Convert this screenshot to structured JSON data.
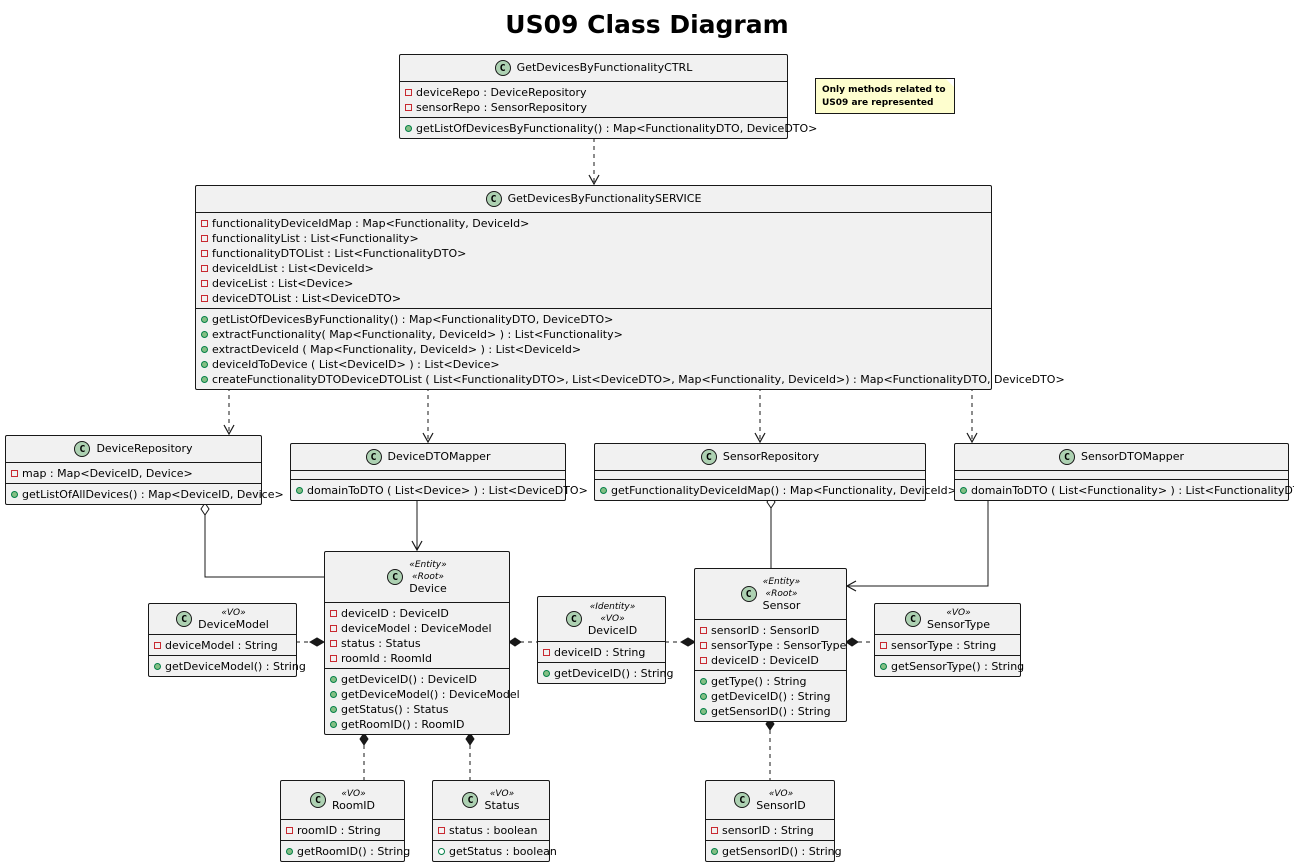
{
  "title": "US09 Class Diagram",
  "note": {
    "line1": "Only methods related to",
    "line2": "US09 are represented"
  },
  "classes": {
    "ctrl": {
      "name": "GetDevicesByFunctionalityCTRL",
      "attributes": [
        "deviceRepo : DeviceRepository",
        "sensorRepo : SensorRepository"
      ],
      "methods": [
        "getListOfDevicesByFunctionality() : Map<FunctionalityDTO, DeviceDTO>"
      ]
    },
    "service": {
      "name": "GetDevicesByFunctionalitySERVICE",
      "attributes": [
        "functionalityDeviceIdMap : Map<Functionality, DeviceId>",
        "functionalityList : List<Functionality>",
        "functionalityDTOList : List<FunctionalityDTO>",
        "deviceIdList : List<DeviceId>",
        "deviceList : List<Device>",
        "deviceDTOList : List<DeviceDTO>"
      ],
      "methods": [
        "getListOfDevicesByFunctionality() : Map<FunctionalityDTO, DeviceDTO>",
        "extractFunctionality( Map<Functionality, DeviceId> ) : List<Functionality>",
        "extractDeviceId ( Map<Functionality, DeviceId> ) : List<DeviceId>",
        "deviceIdToDevice ( List<DeviceID> ) : List<Device>",
        "createFunctionalityDTODeviceDTOList ( List<FunctionalityDTO>, List<DeviceDTO>, Map<Functionality, DeviceId>) : Map<FunctionalityDTO, DeviceDTO>"
      ]
    },
    "deviceRepository": {
      "name": "DeviceRepository",
      "attributes": [
        "map : Map<DeviceID, Device>"
      ],
      "methods": [
        "getListOfAllDevices() : Map<DeviceID, Device>"
      ]
    },
    "deviceDTOMapper": {
      "name": "DeviceDTOMapper",
      "attributes": [],
      "methods": [
        "domainToDTO ( List<Device> ) : List<DeviceDTO>"
      ]
    },
    "sensorRepository": {
      "name": "SensorRepository",
      "attributes": [],
      "methods": [
        "getFunctionalityDeviceIdMap() : Map<Functionality, DeviceId>"
      ]
    },
    "sensorDTOMapper": {
      "name": "SensorDTOMapper",
      "attributes": [],
      "methods": [
        "domainToDTO ( List<Functionality> ) : List<FunctionalityDTO>"
      ]
    },
    "device": {
      "name": "Device",
      "stereotypes": [
        "«Entity»",
        "«Root»"
      ],
      "attributes": [
        "deviceID : DeviceID",
        "deviceModel : DeviceModel",
        "status : Status",
        "roomId : RoomId"
      ],
      "methods": [
        "getDeviceID() : DeviceID",
        "getDeviceModel() : DeviceModel",
        "getStatus() : Status",
        "getRoomID() : RoomID"
      ]
    },
    "deviceModel": {
      "name": "DeviceModel",
      "stereotypes": [
        "«VO»"
      ],
      "attributes": [
        "deviceModel : String"
      ],
      "methods": [
        "getDeviceModel() : String"
      ]
    },
    "deviceID": {
      "name": "DeviceID",
      "stereotypes": [
        "«Identity»",
        "«VO»"
      ],
      "attributes": [
        "deviceID : String"
      ],
      "methods": [
        "getDeviceID() : String"
      ]
    },
    "sensor": {
      "name": "Sensor",
      "stereotypes": [
        "«Entity»",
        "«Root»"
      ],
      "attributes": [
        "sensorID : SensorID",
        "sensorType : SensorType",
        "deviceID : DeviceID"
      ],
      "methods": [
        "getType() : String",
        "getDeviceID() : String",
        "getSensorID() : String"
      ]
    },
    "sensorType": {
      "name": "SensorType",
      "stereotypes": [
        "«VO»"
      ],
      "attributes": [
        "sensorType : String"
      ],
      "methods": [
        "getSensorType() : String"
      ]
    },
    "roomID": {
      "name": "RoomID",
      "stereotypes": [
        "«VO»"
      ],
      "attributes": [
        "roomID : String"
      ],
      "methods": [
        "getRoomID() : String"
      ]
    },
    "status": {
      "name": "Status",
      "stereotypes": [
        "«VO»"
      ],
      "attributes": [
        "status : boolean"
      ],
      "methods": [
        "getStatus : boolean"
      ],
      "method_visibility": "package"
    },
    "sensorID": {
      "name": "SensorID",
      "stereotypes": [
        "«VO»"
      ],
      "attributes": [
        "sensorID : String"
      ],
      "methods": [
        "getSensorID() : String"
      ]
    }
  },
  "colors": {
    "class_fill": "#f1f1f1",
    "border": "#181818",
    "class_icon": "#add1b2",
    "private_marker": "#c82930",
    "public_marker": "#84be84",
    "note_fill": "#fefece"
  }
}
